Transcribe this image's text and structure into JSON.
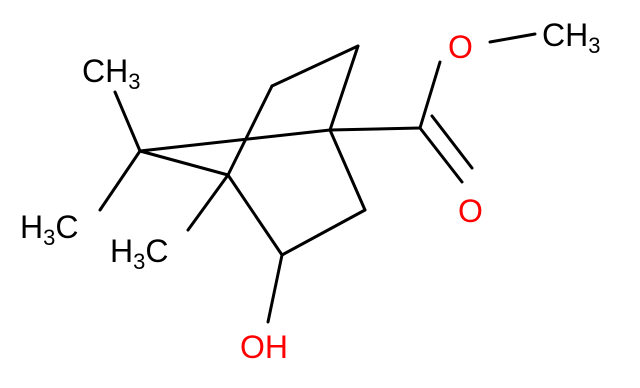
{
  "molecule": {
    "atom_labels": {
      "ch3_top": {
        "main": "CH",
        "sub": "3"
      },
      "h3c_left": {
        "main": "H",
        "sub": "3",
        "tail": "C"
      },
      "h3c_bridge": {
        "main": "H",
        "sub": "3",
        "tail": "C"
      },
      "hydroxyl": {
        "main": "OH"
      },
      "ester_o": {
        "main": "O"
      },
      "carbonyl_o": {
        "main": "O"
      },
      "ch3_ester": {
        "main": "CH",
        "sub": "3"
      }
    },
    "colors": {
      "bond": "#000000",
      "carbon_label": "#000000",
      "oxygen_label": "#ff0000",
      "background": "#ffffff"
    }
  }
}
